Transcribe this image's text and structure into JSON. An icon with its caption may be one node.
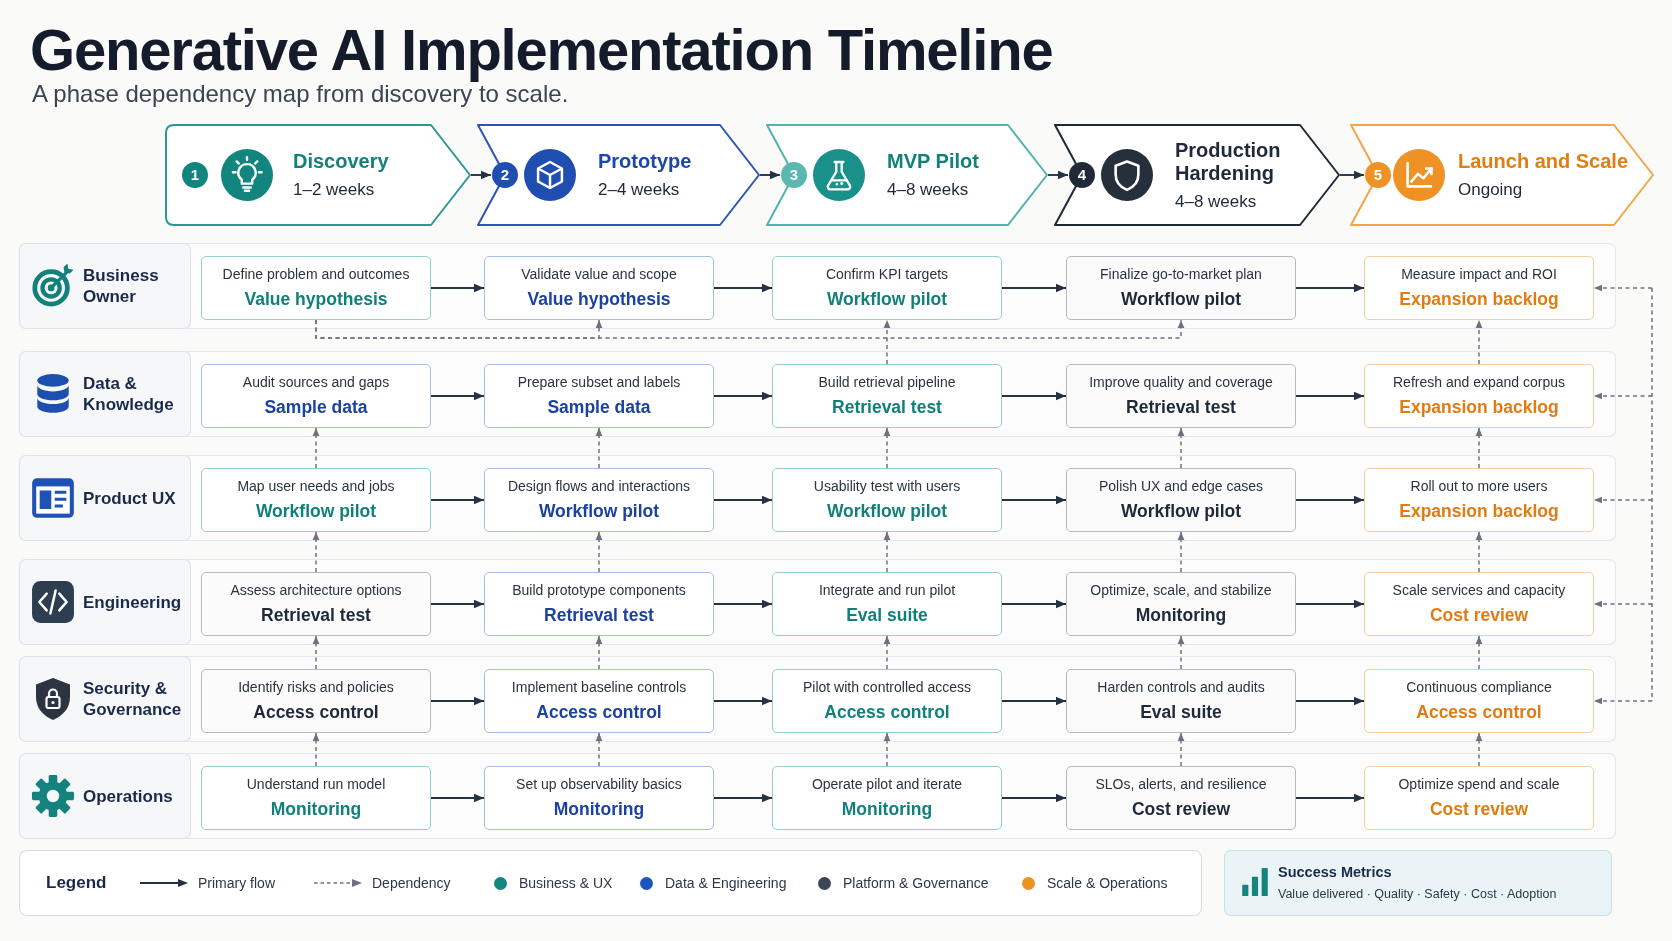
{
  "diagram": {
    "title": "Generative AI Implementation Timeline",
    "nodes": [
      {
        "text": [
          "1",
          "Discovery",
          "1–2 weeks"
        ]
      },
      {
        "text": [
          "2",
          "Prototype",
          "2–4 weeks"
        ]
      },
      {
        "text": [
          "3",
          "MVP Pilot",
          "4–8 weeks"
        ]
      },
      {
        "text": [
          "4",
          "Production Hardening",
          "4–8 weeks"
        ]
      },
      {
        "text": [
          "5",
          "Launch and Scale",
          "Ongoing"
        ]
      },
      {
        "text": [
          "Business Owner"
        ]
      },
      {
        "text": [
          "Define problem and outcomes",
          "Value hypothesis"
        ],
        "in": 5
      },
      {
        "text": [
          "Validate value and scope",
          "Value hypothesis"
        ],
        "in": 5
      },
      {
        "text": [
          "Confirm KPI targets",
          "Workflow pilot"
        ],
        "in": 5
      },
      {
        "text": [
          "Finalize go-to-market plan",
          "Workflow pilot"
        ],
        "in": 5
      },
      {
        "text": [
          "Measure impact and ROI",
          "Expansion backlog"
        ],
        "in": 5
      },
      {
        "text": [
          "Data & Knowledge"
        ]
      },
      {
        "text": [
          "Audit sources and gaps",
          "Sample data"
        ],
        "in": 11
      },
      {
        "text": [
          "Prepare subset and labels",
          "Sample data"
        ],
        "in": 11
      },
      {
        "text": [
          "Build retrieval pipeline",
          "Retrieval test"
        ],
        "in": 11
      },
      {
        "text": [
          "Improve quality and coverage",
          "Retrieval test"
        ],
        "in": 11
      },
      {
        "text": [
          "Refresh and expand corpus",
          "Expansion backlog"
        ],
        "in": 11
      },
      {
        "text": [
          "Product UX"
        ]
      },
      {
        "text": [
          "Map user needs and jobs",
          "Workflow pilot"
        ],
        "in": 17
      },
      {
        "text": [
          "Design flows and interactions",
          "Workflow pilot"
        ],
        "in": 17
      },
      {
        "text": [
          "Usability test with users",
          "Workflow pilot"
        ],
        "in": 17
      },
      {
        "text": [
          "Polish UX and edge cases",
          "Workflow pilot"
        ],
        "in": 17
      },
      {
        "text": [
          "Roll out to more users",
          "Expansion backlog"
        ],
        "in": 17
      },
      {
        "text": [
          "Engineering"
        ]
      },
      {
        "text": [
          "Assess architecture options",
          "Retrieval test"
        ],
        "in": 23
      },
      {
        "text": [
          "Build prototype components",
          "Retrieval test"
        ],
        "in": 23
      },
      {
        "text": [
          "Integrate and run pilot",
          "Eval suite"
        ],
        "in": 23
      },
      {
        "text": [
          "Optimize, scale, and stabilize",
          "Monitoring"
        ],
        "in": 23
      },
      {
        "text": [
          "Scale services and capacity",
          "Cost review"
        ],
        "in": 23
      },
      {
        "text": [
          "Security & Governance"
        ]
      },
      {
        "text": [
          "Identify risks and policies",
          "Access control"
        ],
        "in": 29
      },
      {
        "text": [
          "Implement baseline controls",
          "Access control"
        ],
        "in": 29
      },
      {
        "text": [
          "Pilot with controlled access",
          "Access control"
        ],
        "in": 29
      },
      {
        "text": [
          "Harden controls and audits",
          "Eval suite"
        ],
        "in": 29
      },
      {
        "text": [
          "Continuous compliance",
          "Access control"
        ],
        "in": 29
      },
      {
        "text": [
          "Operations"
        ]
      },
      {
        "text": [
          "Understand run model",
          "Monitoring"
        ],
        "in": 35
      },
      {
        "text": [
          "Set up observability basics",
          "Monitoring"
        ],
        "in": 35
      },
      {
        "text": [
          "Operate pilot and iterate",
          "Monitoring"
        ],
        "in": 35
      },
      {
        "text": [
          "SLOs, alerts, and resilience",
          "Cost review"
        ],
        "in": 35
      },
      {
        "text": [
          "Optimize spend and scale",
          "Cost review"
        ],
        "in": 35
      },
      {
        "text": [
          "Success Metrics",
          "Value delivered · Quality · Safety · Cost · Adoption"
        ]
      }
    ],
    "edges": [
      {
        "from": 0,
        "to": 1,
        "arrow": "to"
      },
      {
        "from": 1,
        "to": 2,
        "arrow": "to"
      },
      {
        "from": 2,
        "to": 3,
        "arrow": "to"
      },
      {
        "from": 3,
        "to": 4,
        "arrow": "to"
      },
      {
        "from": 6,
        "to": 7,
        "arrow": "to"
      },
      {
        "from": 7,
        "to": 8,
        "arrow": "to"
      },
      {
        "from": 8,
        "to": 9,
        "arrow": "to"
      },
      {
        "from": 9,
        "to": 10,
        "arrow": "to"
      },
      {
        "from": 12,
        "to": 13,
        "arrow": "to"
      },
      {
        "from": 13,
        "to": 14,
        "arrow": "to"
      },
      {
        "from": 14,
        "to": 15,
        "arrow": "to"
      },
      {
        "from": 15,
        "to": 16,
        "arrow": "to"
      },
      {
        "from": 18,
        "to": 19,
        "arrow": "to"
      },
      {
        "from": 19,
        "to": 20,
        "arrow": "to"
      },
      {
        "from": 20,
        "to": 21,
        "arrow": "to"
      },
      {
        "from": 21,
        "to": 22,
        "arrow": "to"
      },
      {
        "from": 24,
        "to": 25,
        "arrow": "to"
      },
      {
        "from": 25,
        "to": 26,
        "arrow": "to"
      },
      {
        "from": 26,
        "to": 27,
        "arrow": "to"
      },
      {
        "from": 27,
        "to": 28,
        "arrow": "to"
      },
      {
        "from": 30,
        "to": 31,
        "arrow": "to"
      },
      {
        "from": 31,
        "to": 32,
        "arrow": "to"
      },
      {
        "from": 32,
        "to": 33,
        "arrow": "to"
      },
      {
        "from": 33,
        "to": 34,
        "arrow": "to"
      },
      {
        "from": 36,
        "to": 37,
        "arrow": "to"
      },
      {
        "from": 37,
        "to": 38,
        "arrow": "to"
      },
      {
        "from": 38,
        "to": 39,
        "arrow": "to"
      },
      {
        "from": 39,
        "to": 40,
        "arrow": "to"
      },
      {
        "from": 6,
        "to": 7,
        "arrow": "to",
        "style": "dashed",
        "color": "#6b7280"
      },
      {
        "from": 6,
        "to": 9,
        "arrow": "to",
        "style": "dashed",
        "color": "#6b7280"
      },
      {
        "from": 14,
        "to": 8,
        "arrow": "to",
        "style": "dashed",
        "color": "#6b7280"
      },
      {
        "from": 16,
        "to": 10,
        "arrow": "to",
        "style": "dashed",
        "color": "#6b7280"
      },
      {
        "from": 18,
        "to": 12,
        "arrow": "to",
        "style": "dashed",
        "color": "#6b7280"
      },
      {
        "from": 19,
        "to": 13,
        "arrow": "to",
        "style": "dashed",
        "color": "#6b7280"
      },
      {
        "from": 20,
        "to": 14,
        "arrow": "to",
        "style": "dashed",
        "color": "#6b7280"
      },
      {
        "from": 21,
        "to": 15,
        "arrow": "to",
        "style": "dashed",
        "color": "#6b7280"
      },
      {
        "from": 22,
        "to": 16,
        "arrow": "to",
        "style": "dashed",
        "color": "#6b7280"
      },
      {
        "from": 24,
        "to": 18,
        "arrow": "to",
        "style": "dashed",
        "color": "#6b7280"
      },
      {
        "from": 25,
        "to": 19,
        "arrow": "to",
        "style": "dashed",
        "color": "#6b7280"
      },
      {
        "from": 26,
        "to": 20,
        "arrow": "to",
        "style": "dashed",
        "color": "#6b7280"
      },
      {
        "from": 27,
        "to": 21,
        "arrow": "to",
        "style": "dashed",
        "color": "#6b7280"
      },
      {
        "from": 28,
        "to": 22,
        "arrow": "to",
        "style": "dashed",
        "color": "#6b7280"
      },
      {
        "from": 30,
        "to": 24,
        "arrow": "to",
        "style": "dashed",
        "color": "#6b7280"
      },
      {
        "from": 31,
        "to": 25,
        "arrow": "to",
        "style": "dashed",
        "color": "#6b7280"
      },
      {
        "from": 32,
        "to": 26,
        "arrow": "to",
        "style": "dashed",
        "color": "#6b7280"
      },
      {
        "from": 33,
        "to": 27,
        "arrow": "to",
        "style": "dashed",
        "color": "#6b7280"
      },
      {
        "from": 34,
        "to": 28,
        "arrow": "to",
        "style": "dashed",
        "color": "#6b7280"
      },
      {
        "from": 36,
        "to": 30,
        "arrow": "to",
        "style": "dashed",
        "color": "#6b7280"
      },
      {
        "from": 37,
        "to": 31,
        "arrow": "to",
        "style": "dashed",
        "color": "#6b7280"
      },
      {
        "from": 38,
        "to": 32,
        "arrow": "to",
        "style": "dashed",
        "color": "#6b7280"
      },
      {
        "from": 39,
        "to": 33,
        "arrow": "to",
        "style": "dashed",
        "color": "#6b7280"
      },
      {
        "from": 40,
        "to": 34,
        "arrow": "to",
        "style": "dashed",
        "color": "#6b7280"
      },
      {
        "from": null,
        "to": 10,
        "arrow": "to",
        "style": "dashed",
        "color": "#6b7280"
      },
      {
        "from": null,
        "to": 16,
        "arrow": "to",
        "style": "dashed",
        "color": "#6b7280"
      },
      {
        "from": null,
        "to": 22,
        "arrow": "to",
        "style": "dashed",
        "color": "#6b7280"
      },
      {
        "from": null,
        "to": 28,
        "arrow": "to",
        "style": "dashed",
        "color": "#6b7280"
      },
      {
        "from": null,
        "to": 34,
        "arrow": "to",
        "style": "dashed",
        "color": "#6b7280"
      }
    ],
    "labels": [
      "A phase dependency map from discovery to scale.",
      "Legend"
    ],
    "legend": [
      {
        "text": "Primary flow"
      },
      {
        "text": "Dependency"
      },
      {
        "text": "Business & UX",
        "color": "#14857f"
      },
      {
        "text": "Data & Engineering",
        "color": "#1d55c0"
      },
      {
        "text": "Platform & Governance",
        "color": "#3b4757"
      },
      {
        "text": "Scale & Operations",
        "color": "#ec921f"
      }
    ]
  }
}
